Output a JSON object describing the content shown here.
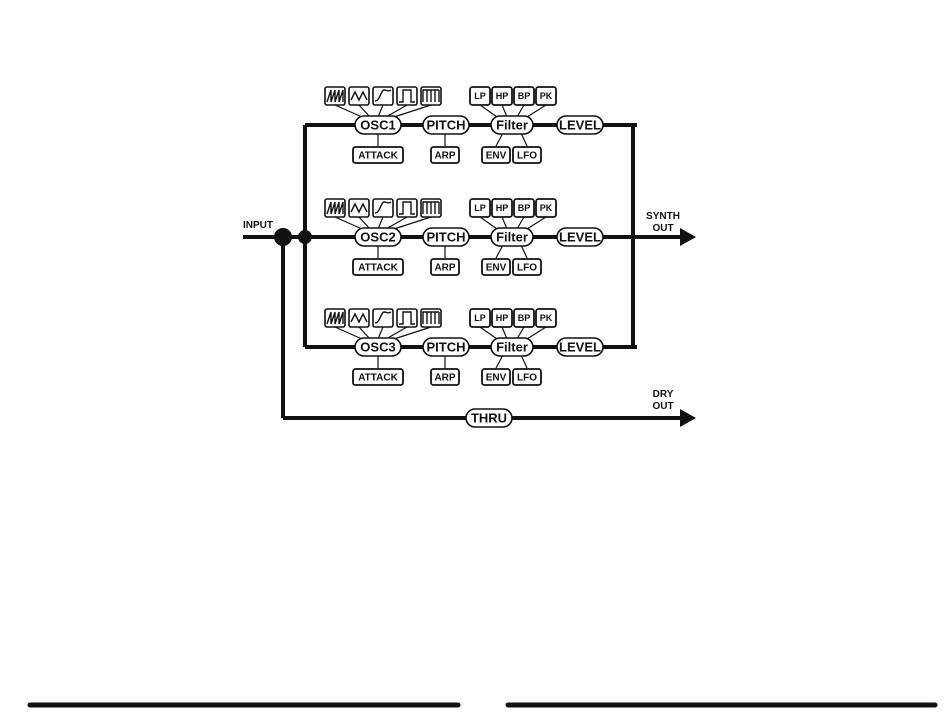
{
  "labels": {
    "input": "INPUT",
    "synth_out": [
      "SYNTH",
      "OUT"
    ],
    "dry_out": [
      "DRY",
      "OUT"
    ],
    "thru": "THRU"
  },
  "voices": [
    {
      "osc": "OSC1",
      "pitch": "PITCH",
      "filter": "Filter",
      "level": "LEVEL",
      "attack": "ATTACK",
      "arp": "ARP",
      "env": "ENV",
      "lfo": "LFO",
      "filter_types": [
        "LP",
        "HP",
        "BP",
        "PK"
      ]
    },
    {
      "osc": "OSC2",
      "pitch": "PITCH",
      "filter": "Filter",
      "level": "LEVEL",
      "attack": "ATTACK",
      "arp": "ARP",
      "env": "ENV",
      "lfo": "LFO",
      "filter_types": [
        "LP",
        "HP",
        "BP",
        "PK"
      ]
    },
    {
      "osc": "OSC3",
      "pitch": "PITCH",
      "filter": "Filter",
      "level": "LEVEL",
      "attack": "ATTACK",
      "arp": "ARP",
      "env": "ENV",
      "lfo": "LFO",
      "filter_types": [
        "LP",
        "HP",
        "BP",
        "PK"
      ]
    }
  ],
  "waveform_icons": [
    "saw-wave-icon",
    "triangle-wave-icon",
    "sine-wave-icon",
    "square-wave-icon",
    "pulse-wave-icon"
  ],
  "colors": {
    "ink": "#111111",
    "background": "#ffffff"
  }
}
